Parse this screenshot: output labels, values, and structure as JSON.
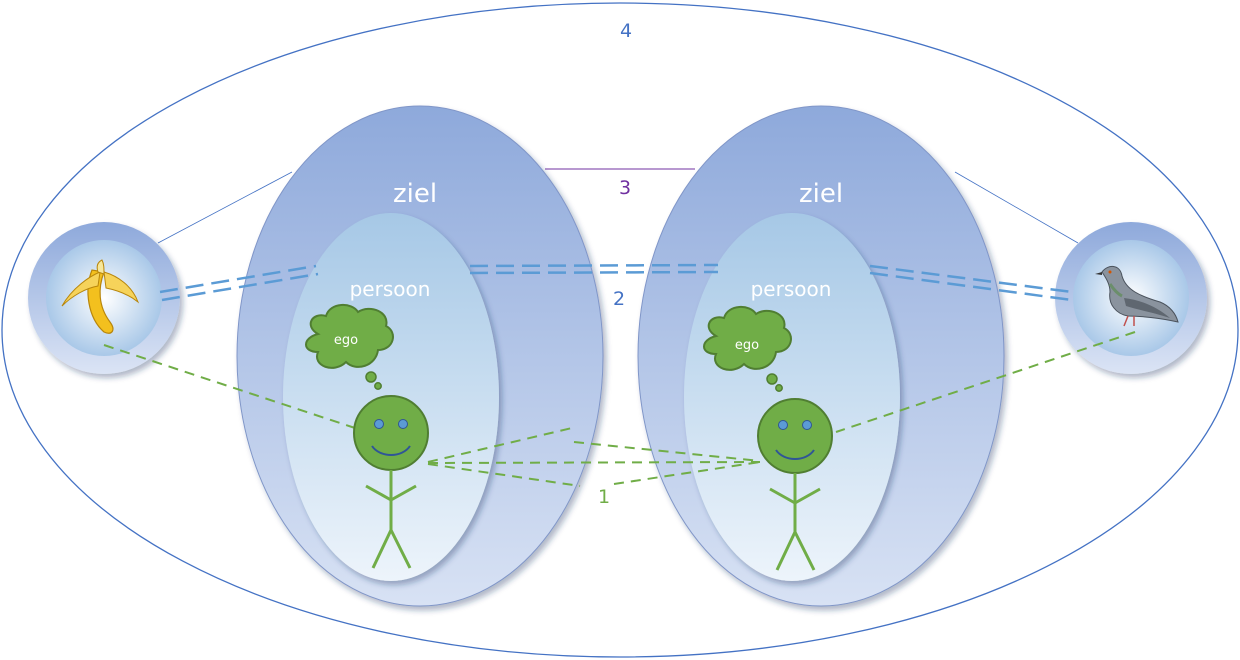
{
  "labels": {
    "outer_number": "4",
    "ziel_left": "ziel",
    "ziel_right": "ziel",
    "persoon_left": "persoon",
    "persoon_right": "persoon",
    "ego_left": "ego",
    "ego_right": "ego",
    "number_1": "1",
    "number_2": "2",
    "number_3": "3"
  },
  "colors": {
    "outer_outline": "#4472c4",
    "ziel_fill_top": "#8faadc",
    "ziel_fill_bottom": "#d6e0f3",
    "persoon_fill_top": "#a9cbe6",
    "persoon_fill_bottom": "#eaf2fa",
    "figure_green": "#70ad47",
    "figure_outline": "#507e32",
    "double_dash_blue": "#5b9bd5",
    "number_1_color": "#70ad47",
    "number_2_color": "#4472c4",
    "number_3_color": "#7030a0",
    "number_4_color": "#4472c4"
  },
  "icons": {
    "left_object": "banana-icon",
    "right_object": "pigeon-icon"
  }
}
